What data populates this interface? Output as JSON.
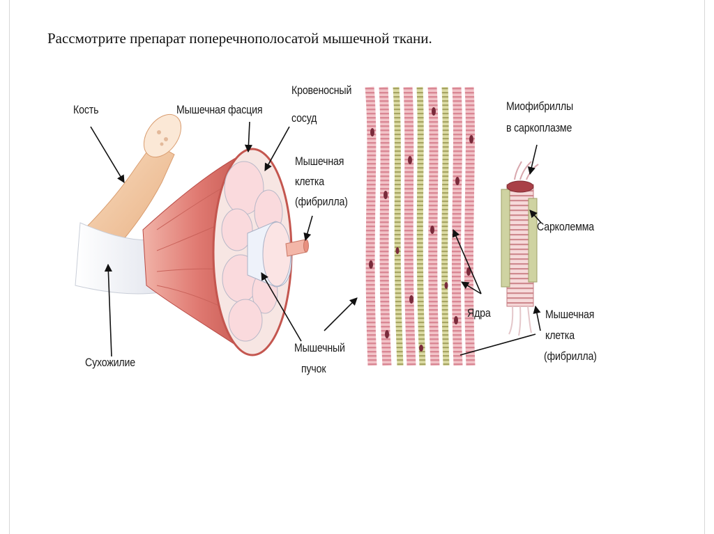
{
  "slide": {
    "title": "Рассмотрите препарат поперечнополосатой мышечной ткани."
  },
  "diagram": {
    "labels": {
      "bone": "Кость",
      "fascia": "Мышечная фасция",
      "blood_vessel_line1": "Кровеносный",
      "blood_vessel_line2": "сосуд",
      "muscle_cell_line1": "Мышечная",
      "muscle_cell_line2": "клетка",
      "muscle_cell_line3": "(фибрилла)",
      "tendon": "Сухожилие",
      "bundle_line1": "Мышечный",
      "bundle_line2": "пучок",
      "nuclei": "Ядра",
      "myofibrils_line1": "Миофибриллы",
      "myofibrils_line2": "в саркоплазме",
      "sarcolemma": "Сарколемма",
      "fiber_cell_line1": "Мышечная",
      "fiber_cell_line2": "клетка",
      "fiber_cell_line3": "(фибрилла)"
    },
    "colors": {
      "muscle": "#e07a72",
      "muscle_dark": "#c4564f",
      "bone": "#f3c9a4",
      "tendon": "#eef0f4",
      "fiber_pink": "#e8a4ad",
      "fiber_green": "#c8c98a",
      "nucleus": "#7a2b3b"
    }
  }
}
